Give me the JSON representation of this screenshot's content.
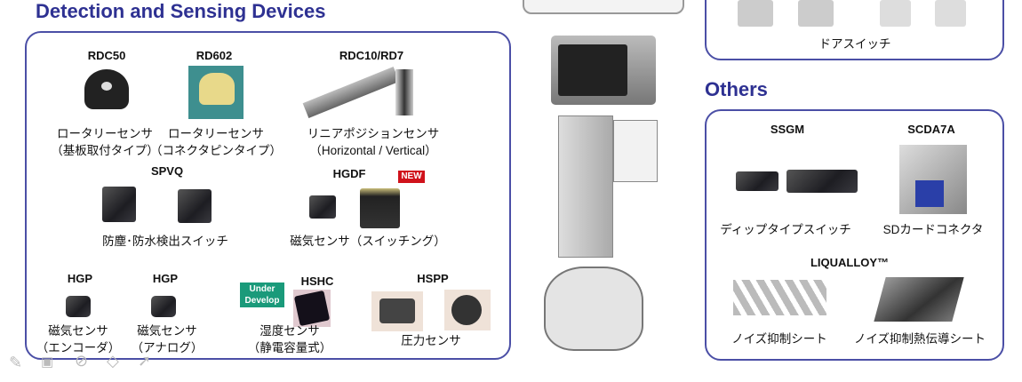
{
  "sections": {
    "detection_title": "Detection and Sensing Devices",
    "others_title": "Others"
  },
  "detection": [
    {
      "model": "RDC50",
      "caption": [
        "ロータリーセンサ",
        "（基板取付タイプ）"
      ]
    },
    {
      "model": "RD602",
      "caption": [
        "ロータリーセンサ",
        "（コネクタピンタイプ）"
      ]
    },
    {
      "model": "RDC10/RD7",
      "caption": [
        "リニアポジションセンサ",
        "（Horizontal / Vertical）"
      ]
    },
    {
      "model": "SPVQ",
      "caption": [
        "防塵･防水検出スイッチ"
      ]
    },
    {
      "model": "HGDF",
      "badge": "NEW",
      "caption": [
        "磁気センサ（スイッチング）"
      ]
    },
    {
      "model": "HGP",
      "caption": [
        "磁気センサ",
        "（エンコーダ）"
      ]
    },
    {
      "model": "HGP",
      "caption": [
        "磁気センサ",
        "（アナログ）"
      ]
    },
    {
      "model": "HSHC",
      "badge": "Under Develop",
      "caption": [
        "湿度センサ",
        "（静電容量式）"
      ]
    },
    {
      "model": "HSPP",
      "caption": [
        "圧力センサ"
      ]
    }
  ],
  "door_switch": {
    "caption": "ドアスイッチ"
  },
  "others": [
    {
      "model": "SSGM",
      "caption": "ディップタイプスイッチ"
    },
    {
      "model": "SCDA7A",
      "caption": "SDカードコネクタ"
    },
    {
      "model": "LIQUALLOY™",
      "captions": [
        "ノイズ抑制シート",
        "ノイズ抑制熱伝導シート"
      ]
    }
  ],
  "colors": {
    "title": "#2e3192",
    "border": "#4b4fa6",
    "new_badge": "#d0121b",
    "develop_badge": "#1a9a7a"
  }
}
